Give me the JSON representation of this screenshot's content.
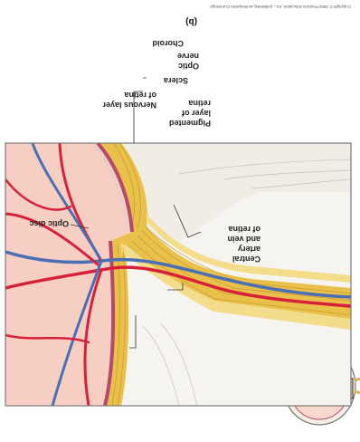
{
  "figure": {
    "part_label": "(b)",
    "credit": "Copyright © 2004 Pearson Education, Inc., publishing as Benjamin Cummings."
  },
  "labels": {
    "pigmented_layer": [
      "Pigmented",
      "layer of",
      "retina"
    ],
    "nervous_layer": [
      "Nervous layer",
      "of retina"
    ],
    "central_artery_vein": [
      "Central",
      "artery",
      "and vein",
      "of retina"
    ],
    "optic_disc": [
      "Optic disc"
    ],
    "optic_nerve": [
      "Optic",
      "nerve"
    ],
    "sclera": [
      "Sclera"
    ],
    "choroid": [
      "Choroid"
    ]
  },
  "colors": {
    "retina_fill": "#f6cfc2",
    "nerve_yellow": "#e9c04a",
    "nerve_light": "#f3dc8a",
    "choroid": "#b54a6c",
    "sclera": "#f1ece4",
    "artery": "#d7213a",
    "vein": "#4b6fb5",
    "frame": "#7a7a7a"
  }
}
